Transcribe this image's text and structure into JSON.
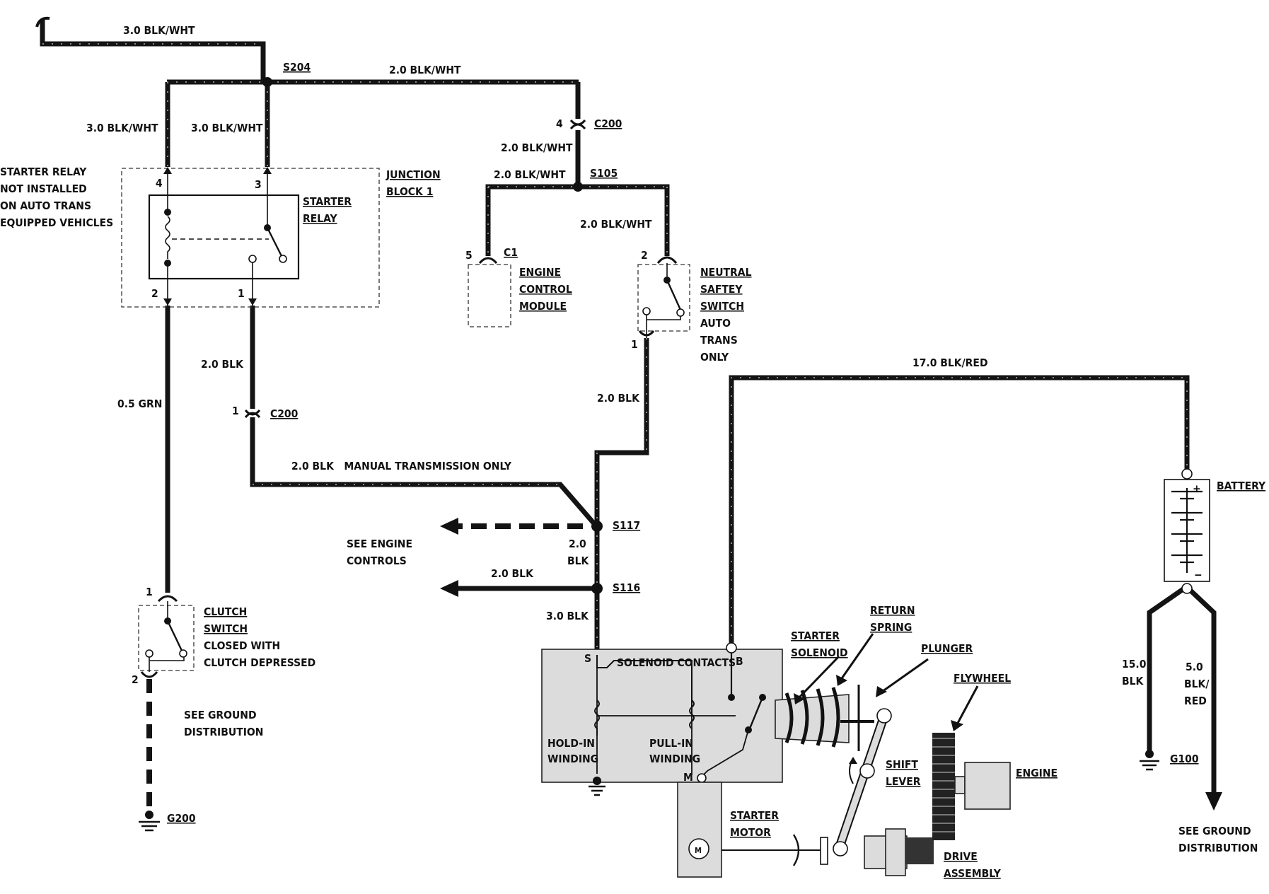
{
  "diagram": {
    "labels": {
      "w_top": "3.0 BLK/WHT",
      "s204": "S204",
      "w_s204_c200": "2.0 BLK/WHT",
      "w_left_a": "3.0 BLK/WHT",
      "w_left_b": "3.0 BLK/WHT",
      "c200_pin4": "4",
      "c200_top": "C200",
      "w_c200_s105": "2.0 BLK/WHT",
      "w_s105_c1": "2.0 BLK/WHT",
      "s105": "S105",
      "w_s105_nss": "2.0 BLK/WHT",
      "relay_note_1": "STARTER RELAY",
      "relay_note_2": "NOT INSTALLED",
      "relay_note_3": "ON AUTO TRANS",
      "relay_note_4": "EQUIPPED VEHICLES",
      "jb_1": "JUNCTION",
      "jb_2": "BLOCK 1",
      "relay_pin4": "4",
      "relay_pin3": "3",
      "relay_pin2": "2",
      "relay_pin1": "1",
      "starter_relay_1": "STARTER",
      "starter_relay_2": "RELAY",
      "c1_pin5": "5",
      "c1": "C1",
      "ecm_1": "ENGINE",
      "ecm_2": "CONTROL",
      "ecm_3": "MODULE",
      "nss_pin2": "2",
      "nss_pin1": "1",
      "nss_1": "NEUTRAL",
      "nss_2": "SAFTEY",
      "nss_3": "SWITCH",
      "nss_4": "AUTO",
      "nss_5": "TRANS",
      "nss_6": "ONLY",
      "w_relay1": "2.0 BLK",
      "w_grn": "0.5 GRN",
      "c200_pin1": "1",
      "c200_mid": "C200",
      "w_manual": "2.0 BLK   MANUAL TRANSMISSION ONLY",
      "w_nss_s117": "2.0 BLK",
      "w_battery": "17.0 BLK/RED",
      "battery": "BATTERY",
      "batt_plus": "+",
      "batt_minus": "−",
      "s117": "S117",
      "see_engine_1": "SEE ENGINE",
      "see_engine_2": "CONTROLS",
      "w_s117_s116_a": "2.0",
      "w_s117_s116_b": "BLK",
      "w_s116_left": "2.0 BLK",
      "s116": "S116",
      "w_s116_sol": "3.0 BLK",
      "clutch_pin1": "1",
      "clutch_pin2": "2",
      "clutch_1": "CLUTCH",
      "clutch_2": "SWITCH",
      "clutch_3": "CLOSED WITH",
      "clutch_4": "CLUTCH DEPRESSED",
      "see_ground_1": "SEE GROUND",
      "see_ground_2": "DISTRIBUTION",
      "g200": "G200",
      "sol_s": "S",
      "sol_contacts": "SOLENOID CONTACTS",
      "sol_b": "B",
      "hold_1": "HOLD-IN",
      "hold_2": "WINDING",
      "pull_1": "PULL-IN",
      "pull_2": "WINDING",
      "sol_m": "M",
      "starter_sol_1": "STARTER",
      "starter_sol_2": "SOLENOID",
      "return_1": "RETURN",
      "return_2": "SPRING",
      "plunger": "PLUNGER",
      "flywheel": "FLYWHEEL",
      "shift_1": "SHIFT",
      "shift_2": "LEVER",
      "engine": "ENGINE",
      "starter_motor_1": "STARTER",
      "starter_motor_2": "MOTOR",
      "motor_m": "M",
      "drive_1": "DRIVE",
      "drive_2": "ASSEMBLY",
      "w_15_a": "15.0",
      "w_15_b": "BLK",
      "w_5_a": "5.0",
      "w_5_b": "BLK/",
      "w_5_c": "RED",
      "g100": "G100",
      "see_ground_r1": "SEE GROUND",
      "see_ground_r2": "DISTRIBUTION"
    }
  }
}
